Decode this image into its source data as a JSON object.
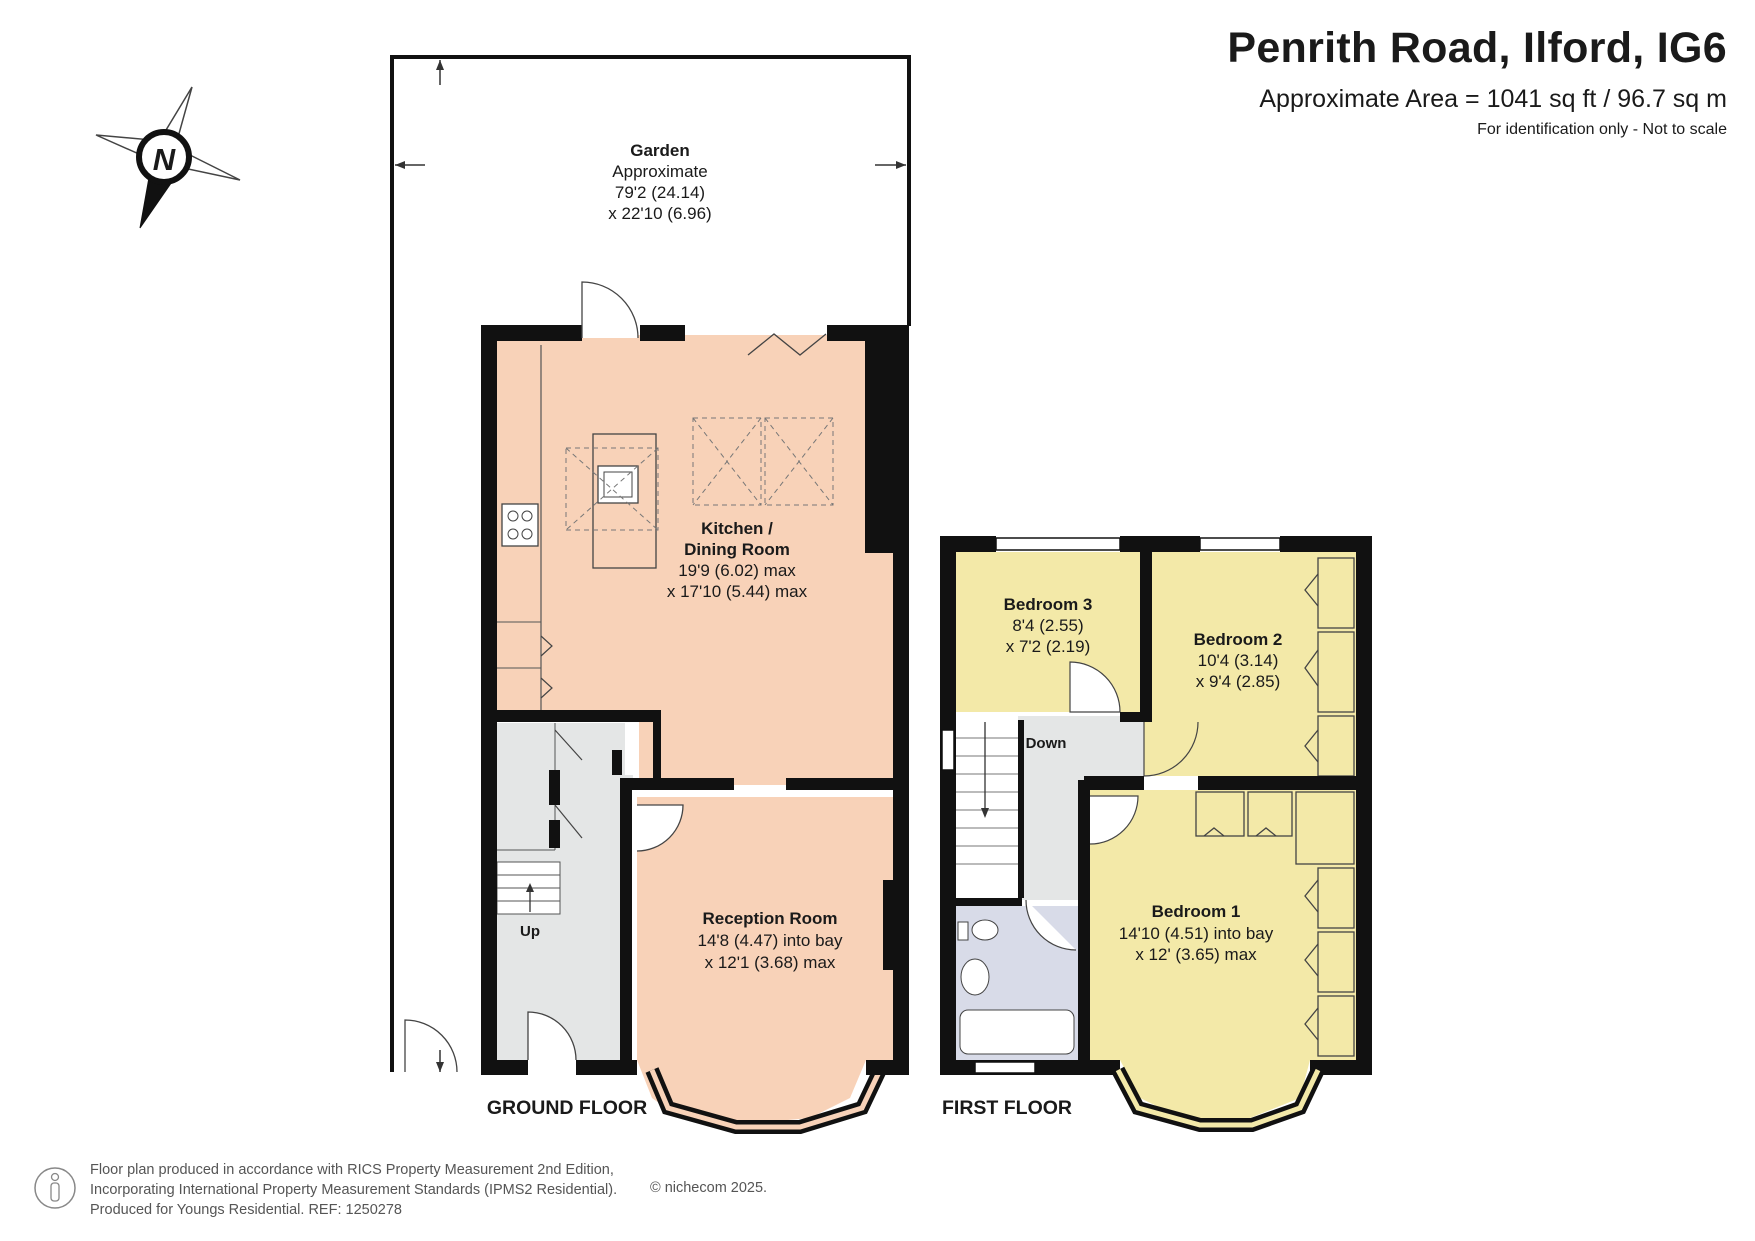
{
  "header": {
    "title": "Penrith Road, Ilford, IG6",
    "area": "Approximate Area = 1041 sq ft / 96.7 sq m",
    "note": "For identification only - Not to scale"
  },
  "compass": {
    "letter": "N"
  },
  "ground_floor": {
    "label": "GROUND FLOOR",
    "garden": {
      "name": "Garden",
      "line1": "Approximate",
      "line2": "79'2 (24.14)",
      "line3": "x 22'10 (6.96)"
    },
    "kitchen": {
      "name1": "Kitchen /",
      "name2": "Dining Room",
      "line1": "19'9 (6.02) max",
      "line2": "x 17'10 (5.44) max"
    },
    "reception": {
      "name": "Reception Room",
      "line1": "14'8 (4.47) into bay",
      "line2": "x 12'1 (3.68) max"
    },
    "stairs_label": "Up"
  },
  "first_floor": {
    "label": "FIRST FLOOR",
    "bedroom3": {
      "name": "Bedroom 3",
      "line1": "8'4 (2.55)",
      "line2": "x 7'2 (2.19)"
    },
    "bedroom2": {
      "name": "Bedroom 2",
      "line1": "10'4 (3.14)",
      "line2": "x 9'4 (2.85)"
    },
    "bedroom1": {
      "name": "Bedroom 1",
      "line1": "14'10 (4.51) into bay",
      "line2": "x 12' (3.65) max"
    },
    "stairs_label": "Down"
  },
  "footer": {
    "line1": "Floor plan produced in accordance with RICS Property Measurement 2nd Edition,",
    "line2": "Incorporating International Property Measurement Standards (IPMS2 Residential).",
    "line3": "Produced for Youngs Residential.   REF: 1250278",
    "copyright": "© nichecom 2025."
  },
  "colors": {
    "kitchen_fill": "#f8d2b8",
    "bedroom_fill": "#f3e9a8",
    "hall_fill": "#e4e6e6",
    "bathroom_fill": "#d8dbe8",
    "wall": "#111111"
  }
}
